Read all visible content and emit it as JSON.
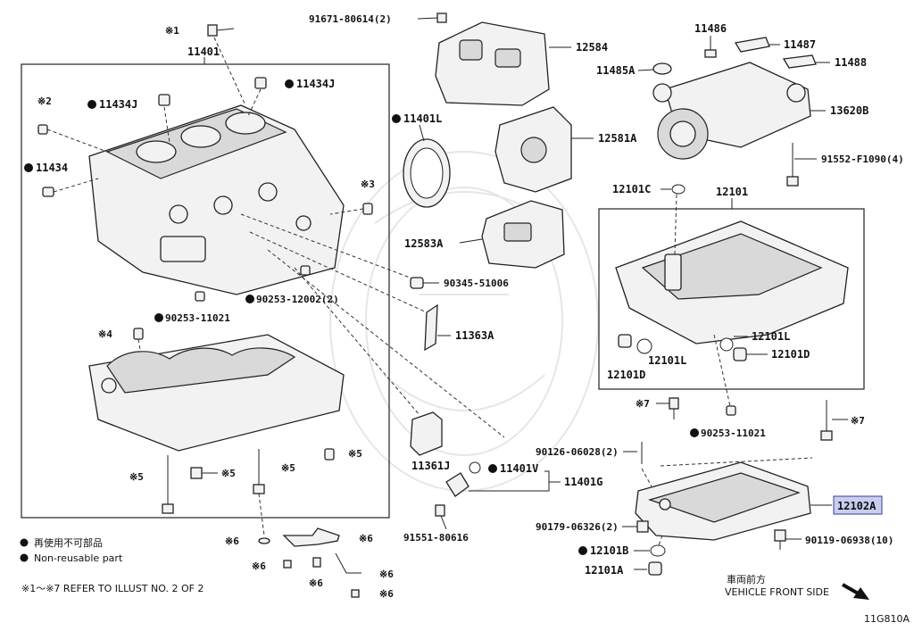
{
  "diagram_id": "11G810A",
  "front_label_jp": "車両前方",
  "front_label_en": "VEHICLE FRONT SIDE",
  "legend": {
    "item1_jp": "再使用不可部品",
    "item2_en": "Non-reusable part",
    "ref_note": "※1～※7  REFER TO ILLUST NO. 2 OF 2"
  },
  "highlight_color": "#c9cdf0",
  "labels": {
    "l11401": "11401",
    "l11434J_a": "11434J",
    "l11434J_b": "11434J",
    "l11434": "11434",
    "m1": "※1",
    "m2": "※2",
    "m3": "※3",
    "m4": "※4",
    "l90253_11021_a": "90253-11021",
    "l90253_12002": "90253-12002(2)",
    "l91671": "91671-80614(2)",
    "l12584": "12584",
    "l11401L": "11401L",
    "l12581A": "12581A",
    "l12583A": "12583A",
    "l90345": "90345-51006",
    "l11363A": "11363A",
    "l11361J": "11361J",
    "l11401V": "11401V",
    "l11401G": "11401G",
    "l91551": "91551-80616",
    "l11486": "11486",
    "l11487": "11487",
    "l11488": "11488",
    "l11485A": "11485A",
    "l13620B": "13620B",
    "l91552": "91552-F1090(4)",
    "l12101C": "12101C",
    "l12101": "12101",
    "l12101L_a": "12101L",
    "l12101L_b": "12101L",
    "l12101D_a": "12101D",
    "l12101D_b": "12101D",
    "m7_a": "※7",
    "m7_b": "※7",
    "l90253_11021_b": "90253-11021",
    "l90126": "90126-06028(2)",
    "l12102A": "12102A",
    "l90179": "90179-06326(2)",
    "l12101B": "12101B",
    "l90119": "90119-06938(10)",
    "l12101A": "12101A",
    "m5_a": "※5",
    "m5_b": "※5",
    "m5_c": "※5",
    "m5_d": "※5",
    "m6_a": "※6",
    "m6_b": "※6",
    "m6_c": "※6",
    "m6_d": "※6",
    "m6_e": "※6",
    "m6_f": "※6"
  }
}
